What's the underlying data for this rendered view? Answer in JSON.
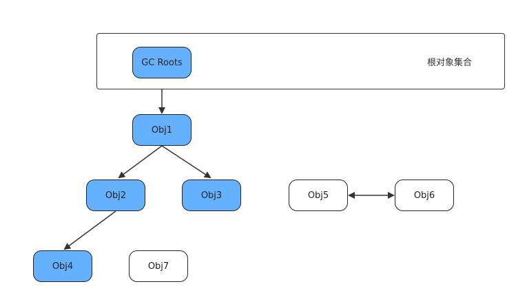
{
  "root_set": {
    "label": "根对象集合"
  },
  "nodes": {
    "gc_roots": {
      "label": "GC Roots",
      "reachable": true
    },
    "obj1": {
      "label": "Obj1",
      "reachable": true
    },
    "obj2": {
      "label": "Obj2",
      "reachable": true
    },
    "obj3": {
      "label": "Obj3",
      "reachable": true
    },
    "obj4": {
      "label": "Obj4",
      "reachable": true
    },
    "obj5": {
      "label": "Obj5",
      "reachable": false
    },
    "obj6": {
      "label": "Obj6",
      "reachable": false
    },
    "obj7": {
      "label": "Obj7",
      "reachable": false
    }
  },
  "edges": [
    {
      "from": "gc_roots",
      "to": "obj1",
      "type": "directed"
    },
    {
      "from": "obj1",
      "to": "obj2",
      "type": "directed"
    },
    {
      "from": "obj1",
      "to": "obj3",
      "type": "directed"
    },
    {
      "from": "obj2",
      "to": "obj4",
      "type": "directed"
    },
    {
      "from": "obj5",
      "to": "obj6",
      "type": "bidirectional"
    }
  ],
  "colors": {
    "reachable_fill": "#66b1ff",
    "unreachable_fill": "#ffffff",
    "stroke": "#222222"
  }
}
